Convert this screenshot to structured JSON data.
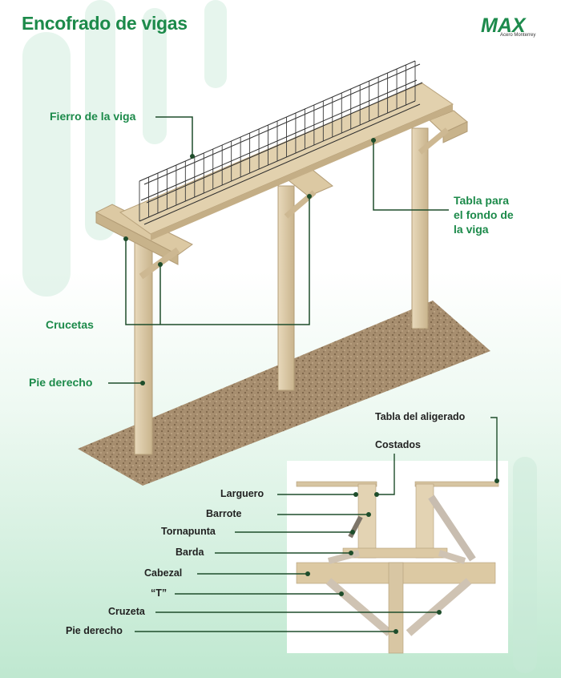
{
  "title": "Encofrado de vigas",
  "logo": {
    "text": "MAX",
    "subtitle": "Acero Monterrey"
  },
  "colors": {
    "brand_green": "#1c8a4a",
    "dark_line": "#1e4d2b",
    "wood": "#d9c7a4"
  },
  "main_labels": {
    "fierro": "Fierro de la viga",
    "tabla_fondo": [
      "Tabla para",
      "el fondo de",
      "la viga"
    ],
    "crucetas": "Crucetas",
    "pie_derecho": "Pie derecho"
  },
  "detail_labels": {
    "tabla_aligerado": "Tabla del aligerado",
    "costados": "Costados",
    "larguero": "Larguero",
    "barrote": "Barrote",
    "tornapunta": "Tornapunta",
    "barda": "Barda",
    "cabezal": "Cabezal",
    "t": "“T”",
    "cruzeta": "Cruzeta",
    "pie_derecho": "Pie derecho"
  }
}
